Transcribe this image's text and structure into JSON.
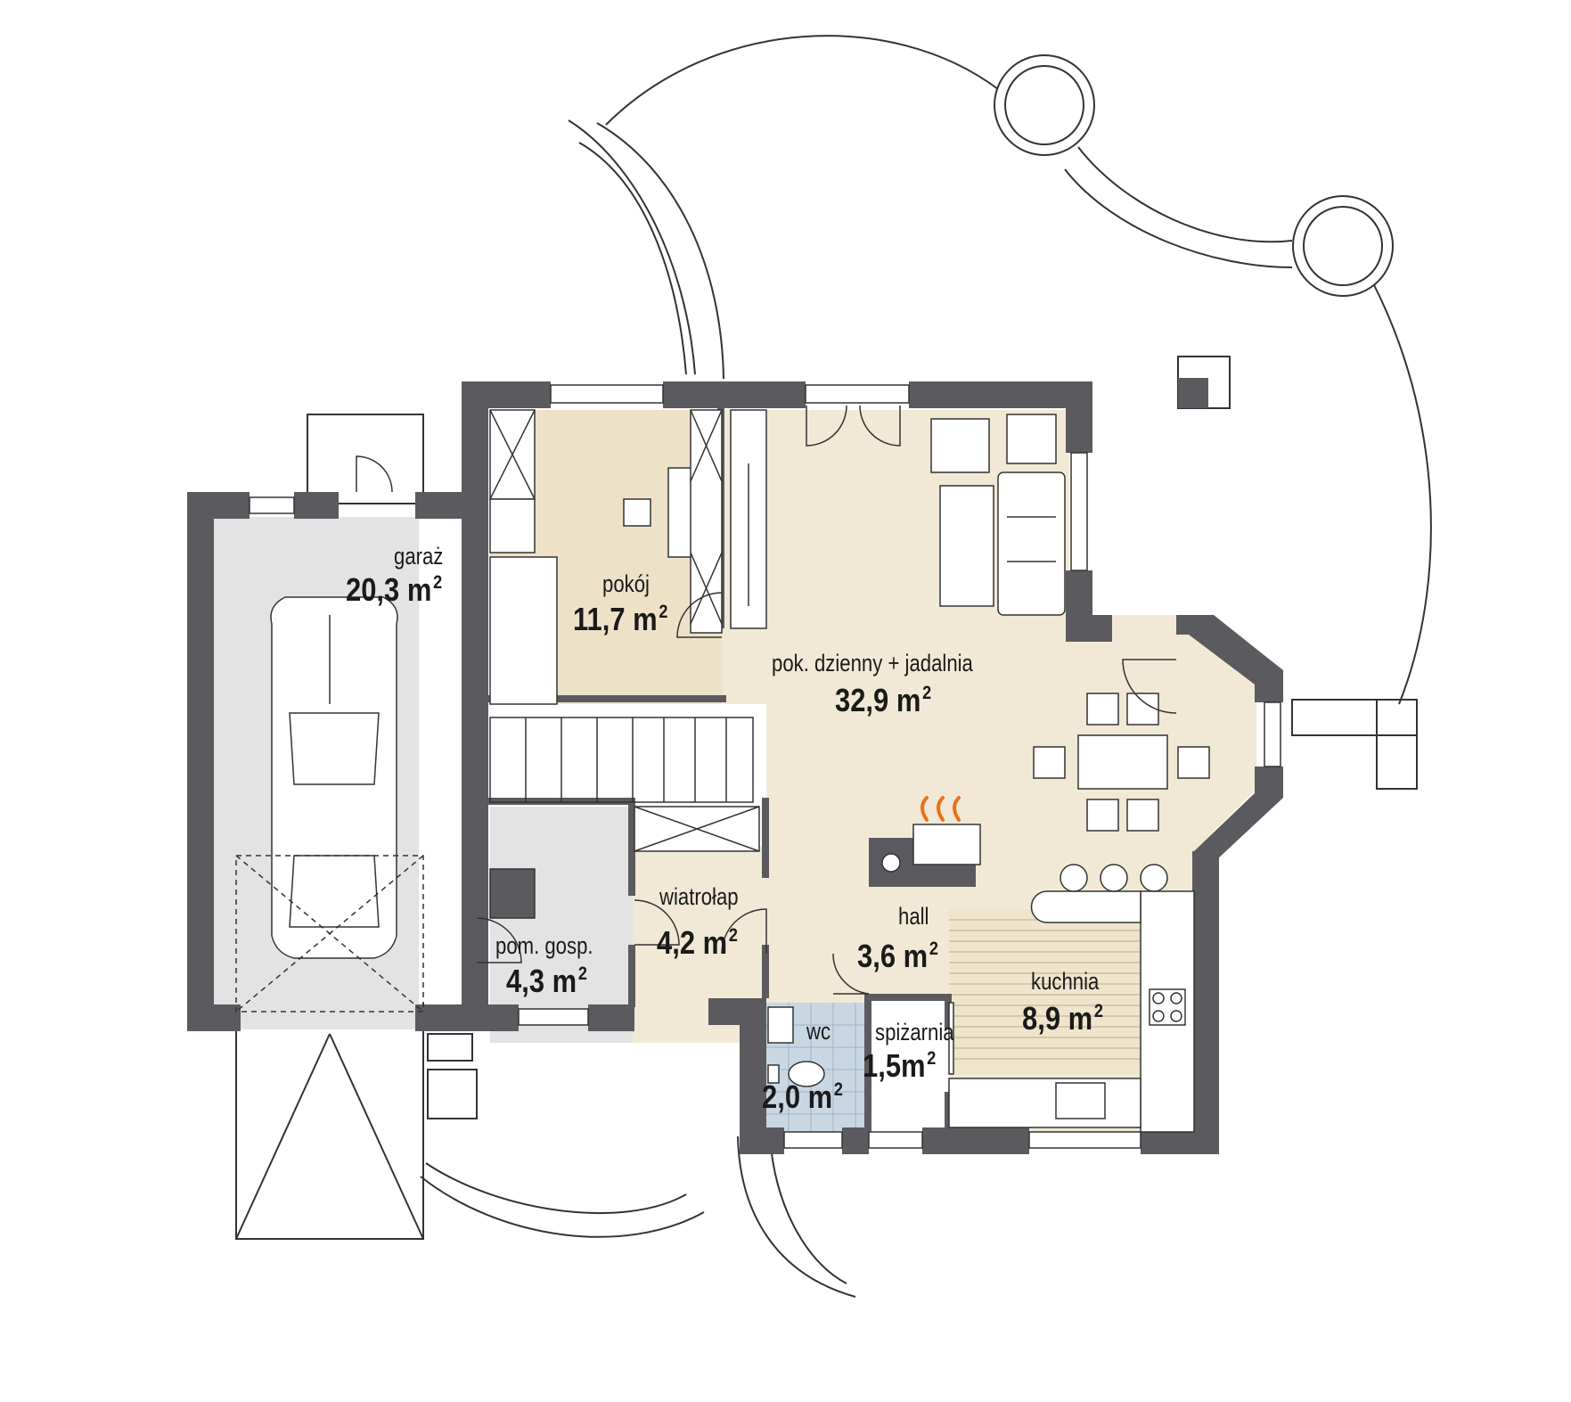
{
  "colors": {
    "wall": "#5b5b5f",
    "garage_floor": "#e3e3e4",
    "room_floor": "#ede2c8",
    "living_floor": "#f1e9d6",
    "utility_floor": "#e3e3e4",
    "wc_tile": "#c9d7e3",
    "kitchen_wood": "#efe5cd",
    "fire": "#e8731d",
    "line": "#333333"
  },
  "rooms": [
    {
      "id": "garaz",
      "name": "garaż",
      "area": "20,3 m",
      "sup": "2"
    },
    {
      "id": "pokoj",
      "name": "pokój",
      "area": "11,7 m",
      "sup": "2"
    },
    {
      "id": "dzienny",
      "name": "pok. dzienny + jadalnia",
      "area": "32,9 m",
      "sup": "2"
    },
    {
      "id": "gosp",
      "name": "pom. gosp.",
      "area": "4,3 m",
      "sup": "2"
    },
    {
      "id": "wiatrolap",
      "name": "wiatrołap",
      "area": "4,2 m",
      "sup": "2"
    },
    {
      "id": "hall",
      "name": "hall",
      "area": "3,6 m",
      "sup": "2"
    },
    {
      "id": "kuchnia",
      "name": "kuchnia",
      "area": "8,9 m",
      "sup": "2"
    },
    {
      "id": "wc",
      "name": "wc",
      "area": "2,0 m",
      "sup": "2"
    },
    {
      "id": "spizarnia",
      "name": "spiżarnia",
      "area": "1,5m",
      "sup": "2"
    }
  ]
}
